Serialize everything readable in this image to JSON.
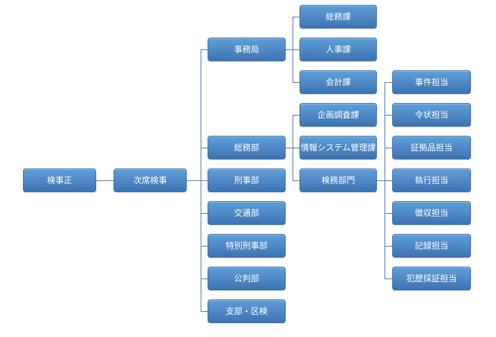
{
  "colors": {
    "background": "#ffffff",
    "box_fill_top": "#5f9fd9",
    "box_fill_bottom": "#3e73b2",
    "box_border": "#3a6fae",
    "box_text": "#ffffff",
    "connector": "#4577b1"
  },
  "org": {
    "root": {
      "label": "検事正",
      "children": [
        {
          "label": "次席検事",
          "children": [
            {
              "label": "事務局",
              "children": [
                {
                  "label": "総務課"
                },
                {
                  "label": "人事課"
                },
                {
                  "label": "会計課"
                }
              ]
            },
            {
              "label": "総務部",
              "children": [
                {
                  "label": "企画調査課"
                },
                {
                  "label": "情報システム管理課"
                },
                {
                  "label": "検務部門",
                  "children": [
                    {
                      "label": "事件担当"
                    },
                    {
                      "label": "令状担当"
                    },
                    {
                      "label": "証拠品担当"
                    },
                    {
                      "label": "執行担当"
                    },
                    {
                      "label": "徴収担当"
                    },
                    {
                      "label": "記録担当"
                    },
                    {
                      "label": "犯歴採証担当"
                    }
                  ]
                }
              ]
            },
            {
              "label": "刑事部"
            },
            {
              "label": "交通部"
            },
            {
              "label": "特別刑事部"
            },
            {
              "label": "公判部"
            },
            {
              "label": "支部・区検"
            }
          ]
        }
      ]
    }
  }
}
